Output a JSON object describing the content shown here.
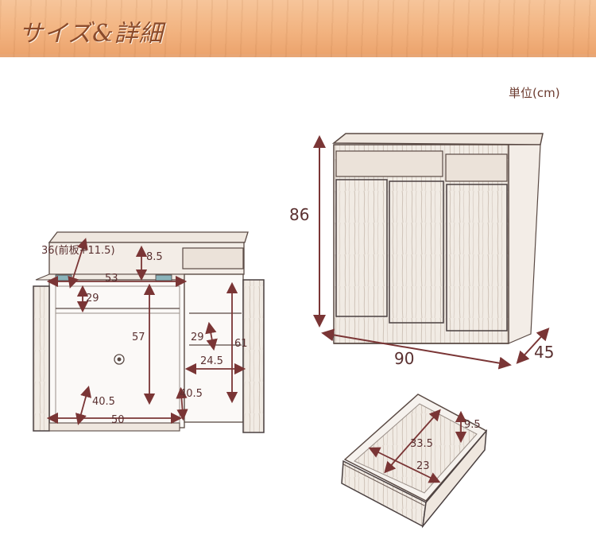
{
  "header": {
    "title": "サイズ&詳細"
  },
  "unit_label": "単位(cm)",
  "colors": {
    "header_bg": "#f2b380",
    "header_text": "#8a4a2a",
    "arrow": "#7a3535",
    "outline": "#5a4a44"
  },
  "dimensions": {
    "height": "86",
    "width": "90",
    "depth": "45",
    "top_depth": "36(前板+11.5)",
    "drawer_gap": "8.5",
    "inner_width_top": "53",
    "shelf_height": "29",
    "inner_height": "57",
    "side_shelf_height": "29",
    "side_height": "61",
    "side_width": "24.5",
    "left_depth": "40.5",
    "bottom_width": "50",
    "side_depth": "40.5",
    "drawer_height": "9.5",
    "drawer_depth": "33.5",
    "drawer_width": "23"
  }
}
